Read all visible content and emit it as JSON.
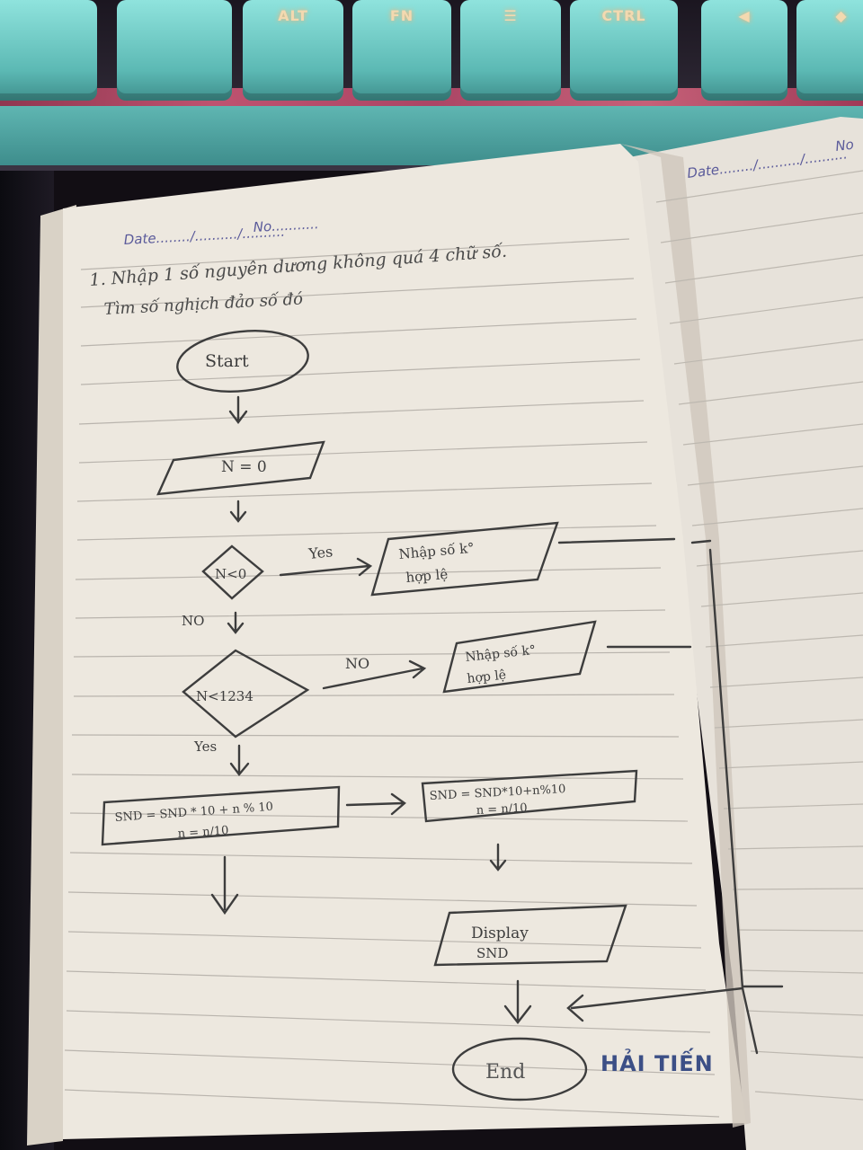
{
  "keyboard": {
    "keys": [
      {
        "id": "alt",
        "label": "ALT"
      },
      {
        "id": "fn",
        "label": "FN"
      },
      {
        "id": "menu",
        "label": "☰"
      },
      {
        "id": "ctrl",
        "label": "CTRL"
      },
      {
        "id": "left",
        "label": "◀"
      },
      {
        "id": "right",
        "label": "◆"
      }
    ]
  },
  "notebook": {
    "left_page": {
      "header_date": "Date......../........../..........",
      "header_no": "No...........",
      "problem_line1": "1. Nhập 1 số nguyên dương không quá 4 chữ số.",
      "problem_line2": "Tìm số nghịch đảo số đó",
      "flow": {
        "start": "Start",
        "input": "N = 0",
        "cond1": "N<0",
        "yes1": "Yes",
        "invalid1_line1": "Nhập số k°",
        "invalid1_line2": "hợp lệ",
        "no1": "NO",
        "cond2": "N<1234",
        "no2": "NO",
        "invalid2_line1": "Nhập số k°",
        "invalid2_line2": "hợp lệ",
        "yes2": "Yes",
        "process1_line1": "SND = SND * 10 + n % 10",
        "process1_line2": "n = n/10",
        "process2_line1": "SND = SND*10+n%10",
        "process2_line2": "n = n/10",
        "display_line1": "Display",
        "display_line2": "SND",
        "end": "End"
      },
      "stamp": "HẢI TIẾN"
    },
    "right_page": {
      "header_date": "Date......../........../..........",
      "header_no": "No"
    }
  },
  "colors": {
    "paper": "#ece6dc",
    "ink": "#3a3a3a",
    "header_ink": "#5a5a9a",
    "line": "#b9b4ad",
    "keycap": "#6fc8c2",
    "glow": "#d85a7a"
  }
}
